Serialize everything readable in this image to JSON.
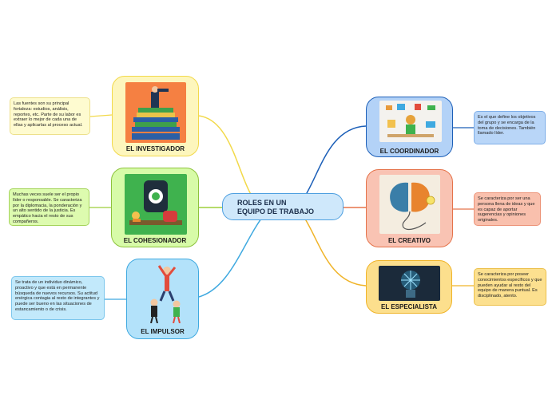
{
  "central": {
    "line1": "ROLES EN UN",
    "line2": "EQUIPO DE TRABAJO"
  },
  "roles": {
    "investigador": {
      "title": "EL INVESTIGADOR",
      "note": "Las fuentes son su principal fortaleza: estudios, análisis, reportes, etc. Parte de su labor es extraer lo mejor de cada una de ellas y aplicarlas al proceso actual.",
      "color": "#f7e36a"
    },
    "cohesionador": {
      "title": "EL COHESIONADOR",
      "note": "Muchas veces suele ser el propio líder o responsable. Se caracteriza por la diplomacia, la ponderación y un alto sentido de la justicia. Es empático hacia el resto de sus compañeros.",
      "color": "#b7f06a"
    },
    "impulsor": {
      "title": "EL IMPULSOR",
      "note": "Se trata de un individuo dinámico, proactivo y que está en permanente búsqueda de nuevos recursos. Su actitud enérgica contagia al resto de integrantes y puede ser bueno en las situaciones de estancamiento o de crisis.",
      "color": "#a9dcf7"
    },
    "coordinador": {
      "title": "EL COORDINADOR",
      "note": "Es el que define los objetivos del grupo y se encarga de la toma de decisiones. También llamado líder.",
      "color": "#a9cdf5"
    },
    "creativo": {
      "title": "EL CREATIVO",
      "note": "Se caracteriza por ser una persona llena de ideas y que es capaz de aportar sugerencias y opiniones originales.",
      "color": "#f7b8a6"
    },
    "especialista": {
      "title": "EL ESPECIALISTA",
      "note": "Se caracteriza por poseer conocimientos específicos y que pueden ayudar al resto del equipo de manera puntual. Es disciplinado, atento.",
      "color": "#f8dc88"
    }
  },
  "icons": [
    "explorer-icon",
    "team-cohesion-icon",
    "pushing-people-icon",
    "leader-desk-icon",
    "brain-bulb-icon",
    "expert-glow-icon"
  ]
}
